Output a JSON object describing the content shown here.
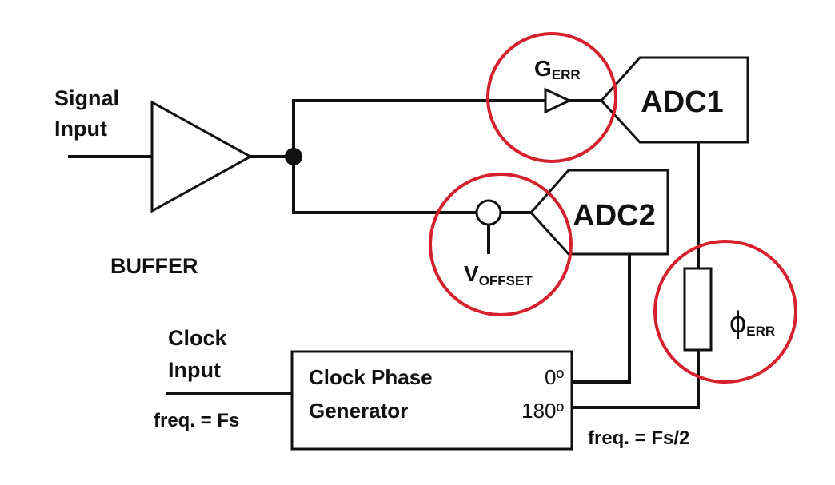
{
  "colors": {
    "line": "#111111",
    "highlight_circle": "#d5202d",
    "background": "#ffffff"
  },
  "labels": {
    "signal_input_line1": "Signal",
    "signal_input_line2": "Input",
    "buffer": "BUFFER",
    "adc1": "ADC1",
    "adc2": "ADC2",
    "gain_error_main": "G",
    "gain_error_sub": "ERR",
    "offset_main": "V",
    "offset_sub": "OFFSET",
    "phase_error_main": "ϕ",
    "phase_error_sub": "ERR",
    "clock_input_line1": "Clock",
    "clock_input_line2": "Input",
    "clock_in_freq": "freq. = Fs",
    "clock_gen_line1": "Clock Phase",
    "clock_gen_line2": "Generator",
    "phase_0": "0º",
    "phase_180": "180º",
    "clock_out_freq": "freq. = Fs/2"
  }
}
